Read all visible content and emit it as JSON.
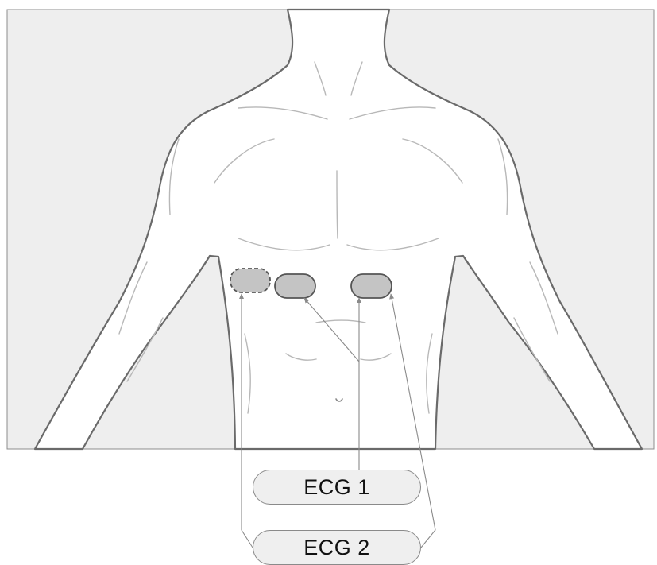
{
  "labels": {
    "ecg1": "ECG 1",
    "ecg2": "ECG 2"
  },
  "colors": {
    "panel_background": "#eeeeee",
    "skin": "#ffffff",
    "outline": "#6a6a6a",
    "electrode_fill": "#c4c4c4",
    "electrode_stroke": "#555555",
    "leader_line": "#8a8a8a",
    "label_fill": "#efefef"
  },
  "electrodes": [
    {
      "id": "electrode-alternate",
      "style": "dashed"
    },
    {
      "id": "electrode-left",
      "style": "solid"
    },
    {
      "id": "electrode-right",
      "style": "solid"
    }
  ]
}
